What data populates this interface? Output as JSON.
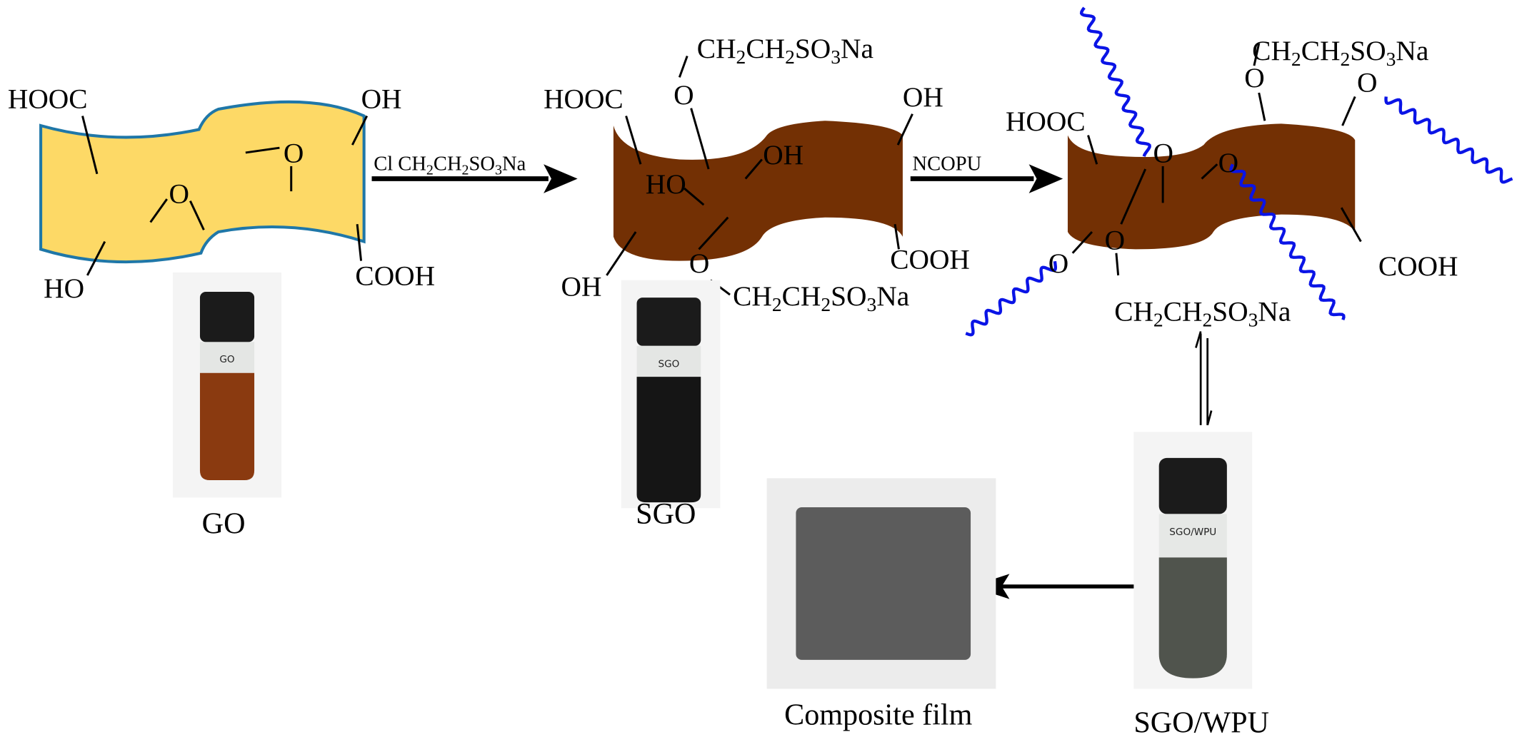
{
  "colors": {
    "go_sheet": "#FDD966",
    "go_border": "#1F77A8",
    "sgo_sheet": "#733004",
    "polymer": "#0A14E6",
    "go_liquid": "#8A3A10",
    "sgo_liquid": "#151515",
    "wpu_liquid": "#50544D"
  },
  "go_sheet": {
    "hooc": "HOOC",
    "oh_top": "OH",
    "epoxy_o1": "O",
    "epoxy_o2": "O",
    "ho_bottom": "HO",
    "cooh": "COOH"
  },
  "step1": {
    "reagent": [
      "Cl CH",
      "2",
      "CH",
      "2",
      "SO",
      "3",
      "Na"
    ]
  },
  "sgo_sheet": {
    "hooc": "HOOC",
    "o_top": "O",
    "sulfonate_top": [
      "CH",
      "2",
      "CH",
      "2",
      "SO",
      "3",
      "Na"
    ],
    "oh_right": "OH",
    "oh_mid": "OH",
    "ho_mid": "HO",
    "oh_bottom": "OH",
    "o_bottom": "O",
    "sulfonate_bottom": [
      "CH",
      "2",
      "CH",
      "2",
      "SO",
      "3",
      "Na"
    ],
    "cooh": "COOH"
  },
  "step2": {
    "reagent": "NCOPU"
  },
  "pu_sheet": {
    "hooc": "HOOC",
    "o1": "O",
    "o2": "O",
    "o3": "O",
    "o4": "O",
    "o5": "O",
    "o6": "O",
    "sulfonate_top": [
      "CH",
      "2",
      "CH",
      "2",
      "SO",
      "3",
      "Na"
    ],
    "sulfonate_bottom": [
      "CH",
      "2",
      "CH",
      "2",
      "SO",
      "3",
      "Na"
    ],
    "cooh": "COOH"
  },
  "photos": {
    "go": {
      "vial_label": "GO",
      "caption": "GO"
    },
    "sgo": {
      "vial_label": "SGO",
      "caption": "SGO"
    },
    "wpu": {
      "vial_label": "SGO/WPU",
      "caption": "SGO/WPU"
    },
    "film": {
      "caption": "Composite  film"
    }
  }
}
